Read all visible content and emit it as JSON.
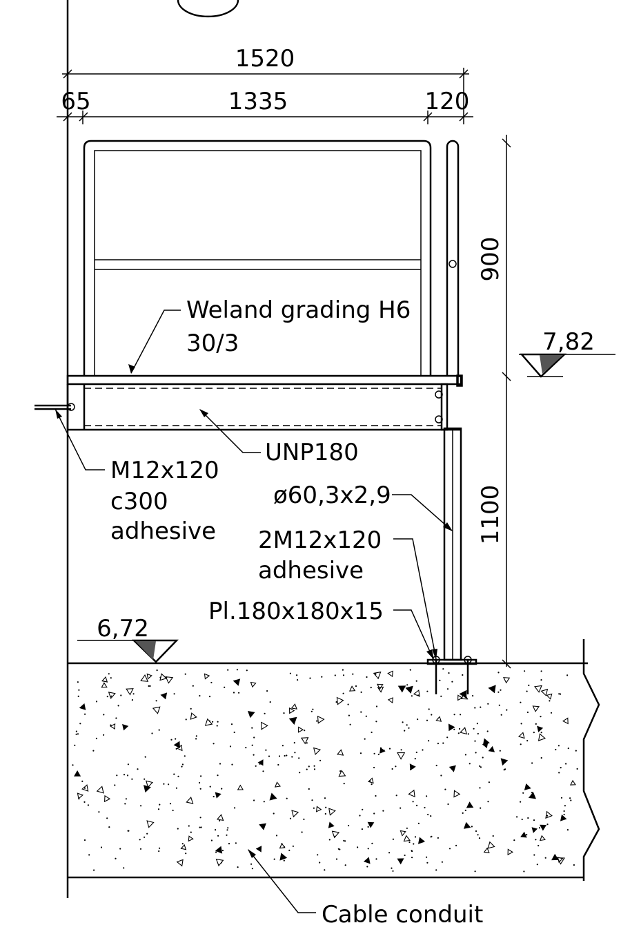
{
  "dimensions": {
    "overall_width": "1520",
    "left_offset": "65",
    "inner_width": "1335",
    "right_offset": "120",
    "railing_height": "900",
    "post_height": "1100"
  },
  "levels": {
    "top": "7,82",
    "ground": "6,72"
  },
  "labels": {
    "grating_line1": "Weland grading H6",
    "grating_line2": "30/3",
    "channel": "UNP180",
    "anchor_line1": "M12x120",
    "anchor_line2": "c300",
    "anchor_line3": "adhesive",
    "pipe": "ø60,3x2,9",
    "post_anchor_line1": "2M12x120",
    "post_anchor_line2": "adhesive",
    "base_plate": "Pl.180x180x15",
    "conduit": "Cable conduit"
  }
}
